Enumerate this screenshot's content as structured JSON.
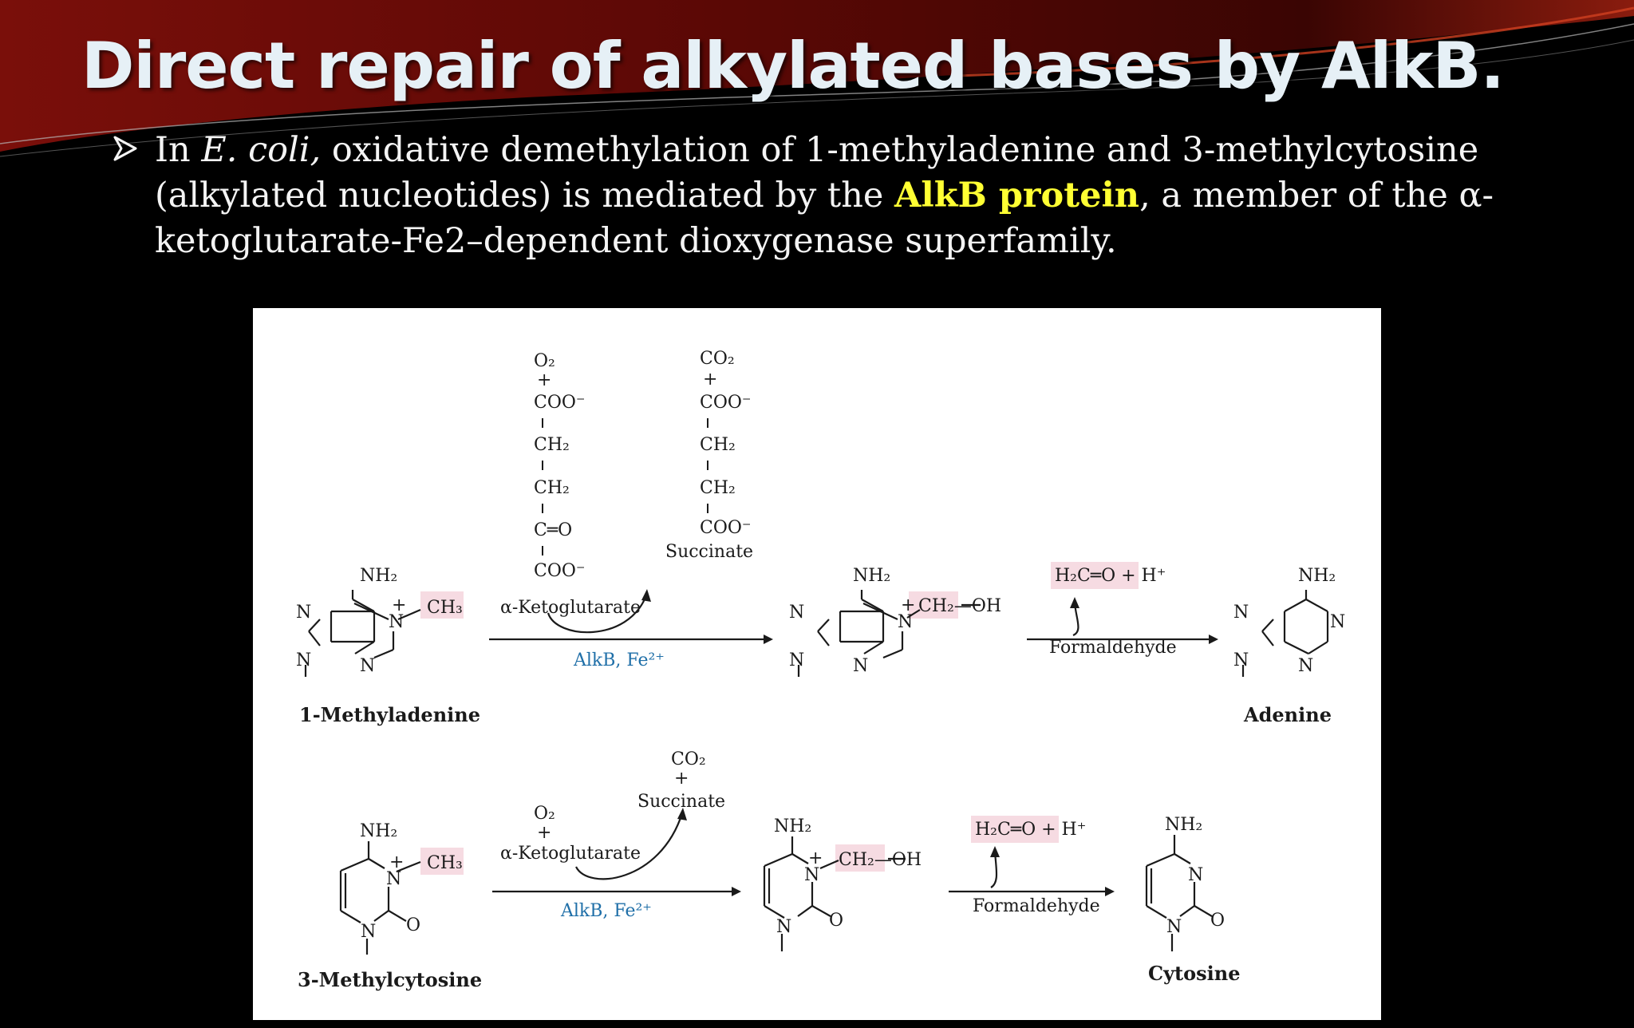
{
  "slide": {
    "title": "Direct repair of alkylated bases by AlkB.",
    "bullet": {
      "p1": "In ",
      "p2": "E. coli,",
      "p3": " oxidative demethylation of 1-methyladenine and 3-methylcytosine (alkylated nucleotides) is mediated by the ",
      "highlight": "AlkB protein",
      "p4": ", a member of the α-ketoglutarate-Fe2–dependent dioxygenase superfamily."
    },
    "colors": {
      "background": "#000000",
      "title": "#e6f0f6",
      "highlight": "#ffff33",
      "enzyme_label": "#1f6fa8",
      "methyl_box": "#f6dbe2"
    }
  },
  "figure": {
    "top": {
      "substrate": "1-Methyladenine",
      "alpha_kg_stack": [
        "O₂",
        "+",
        "COO⁻",
        "CH₂",
        "CH₂",
        "C═O",
        "COO⁻"
      ],
      "alpha_kg_label": "α-Ketoglutarate",
      "succinate_stack": [
        "CO₂",
        "+",
        "COO⁻",
        "CH₂",
        "CH₂",
        "COO⁻"
      ],
      "succinate_label": "Succinate",
      "enzyme": "AlkB, Fe²⁺",
      "ch2oh": "CH₂—OH",
      "byproduct": "H₂C═O + H⁺",
      "byproduct_label": "Formaldehyde",
      "product": "Adenine"
    },
    "bottom": {
      "substrate": "3-Methylcytosine",
      "o2": "O₂",
      "plus": "+",
      "alpha_kg_label": "α-Ketoglutarate",
      "co2": "CO₂",
      "succinate_label": "Succinate",
      "enzyme": "AlkB, Fe²⁺",
      "ch2oh": "CH₂—OH",
      "byproduct": "H₂C═O + H⁺",
      "byproduct_label": "Formaldehyde",
      "product": "Cytosine"
    },
    "atoms": {
      "N": "N",
      "O": "O",
      "NH2": "NH₂",
      "CH3": "CH₃",
      "plus": "+"
    }
  }
}
